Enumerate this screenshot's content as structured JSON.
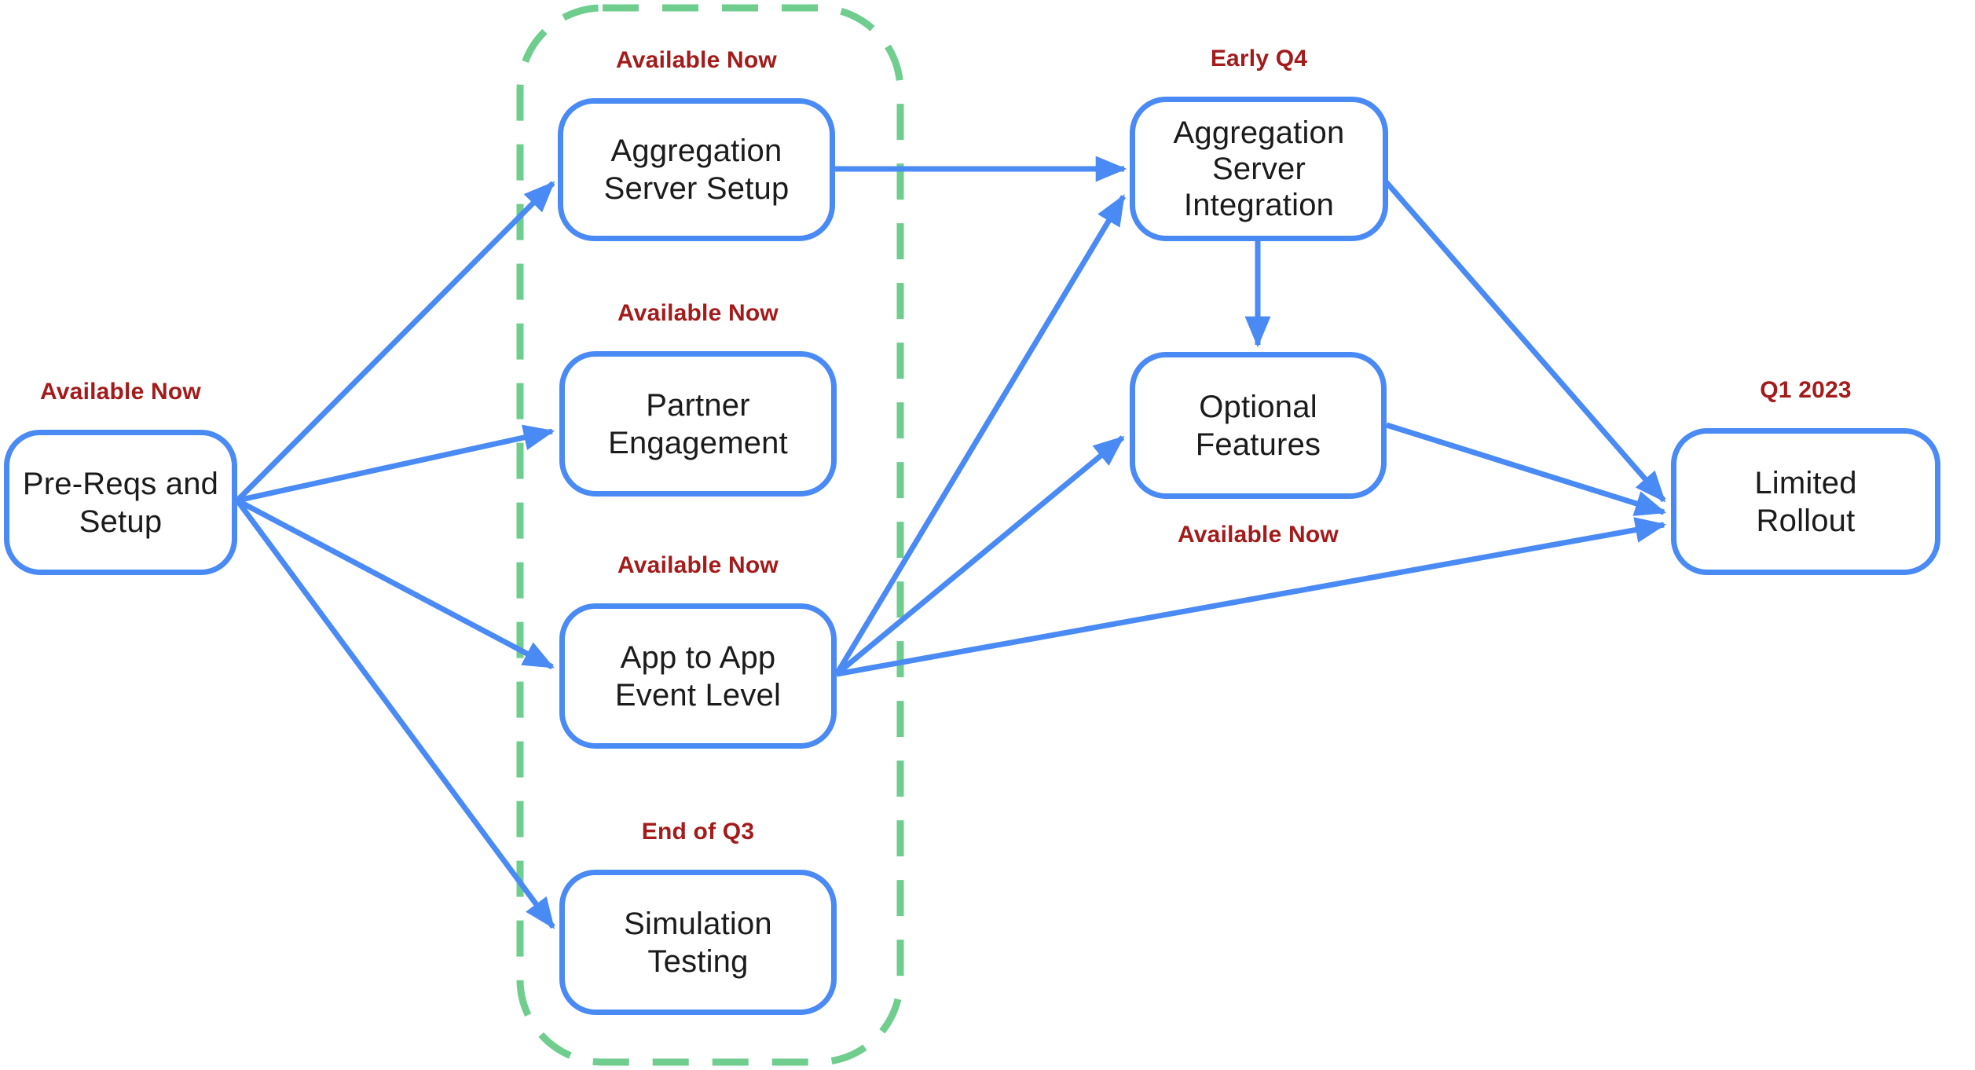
{
  "diagram_type": "roadmap-flowchart",
  "colors": {
    "node_border": "#4a8af4",
    "arrow": "#4a8af4",
    "milestone_text": "#a31b1b",
    "group_outline": "#6fce8e",
    "node_text": "#1b1b1b",
    "background": "#ffffff"
  },
  "nodes": [
    {
      "id": "pre-reqs",
      "lines": [
        "Pre-Reqs and",
        "Setup"
      ],
      "milestone": "Available Now",
      "milestone_position": "above"
    },
    {
      "id": "aggregation-server-setup",
      "lines": [
        "Aggregation",
        "Server Setup"
      ],
      "milestone": "Available Now",
      "milestone_position": "above"
    },
    {
      "id": "partner-engagement",
      "lines": [
        "Partner",
        "Engagement"
      ],
      "milestone": "Available Now",
      "milestone_position": "above"
    },
    {
      "id": "app-to-app-event-level",
      "lines": [
        "App to App",
        "Event Level"
      ],
      "milestone": "Available Now",
      "milestone_position": "above"
    },
    {
      "id": "simulation-testing",
      "lines": [
        "Simulation",
        "Testing"
      ],
      "milestone": "End of Q3",
      "milestone_position": "above"
    },
    {
      "id": "aggregation-server-integration",
      "lines": [
        "Aggregation",
        "Server",
        "Integration"
      ],
      "milestone": "Early Q4",
      "milestone_position": "above"
    },
    {
      "id": "optional-features",
      "lines": [
        "Optional",
        "Features"
      ],
      "milestone": "Available Now",
      "milestone_position": "below"
    },
    {
      "id": "limited-rollout",
      "lines": [
        "Limited",
        "Rollout"
      ],
      "milestone": "Q1 2023",
      "milestone_position": "above"
    }
  ],
  "group": {
    "style": "green-dashed-rounded-outline",
    "contains": [
      "aggregation-server-setup",
      "partner-engagement",
      "app-to-app-event-level",
      "simulation-testing"
    ]
  },
  "edges": [
    {
      "from": "pre-reqs",
      "to": "aggregation-server-setup"
    },
    {
      "from": "pre-reqs",
      "to": "partner-engagement"
    },
    {
      "from": "pre-reqs",
      "to": "app-to-app-event-level"
    },
    {
      "from": "pre-reqs",
      "to": "simulation-testing"
    },
    {
      "from": "aggregation-server-setup",
      "to": "aggregation-server-integration"
    },
    {
      "from": "app-to-app-event-level",
      "to": "aggregation-server-integration"
    },
    {
      "from": "app-to-app-event-level",
      "to": "optional-features"
    },
    {
      "from": "app-to-app-event-level",
      "to": "limited-rollout"
    },
    {
      "from": "aggregation-server-integration",
      "to": "optional-features"
    },
    {
      "from": "aggregation-server-integration",
      "to": "limited-rollout"
    },
    {
      "from": "optional-features",
      "to": "limited-rollout"
    }
  ]
}
